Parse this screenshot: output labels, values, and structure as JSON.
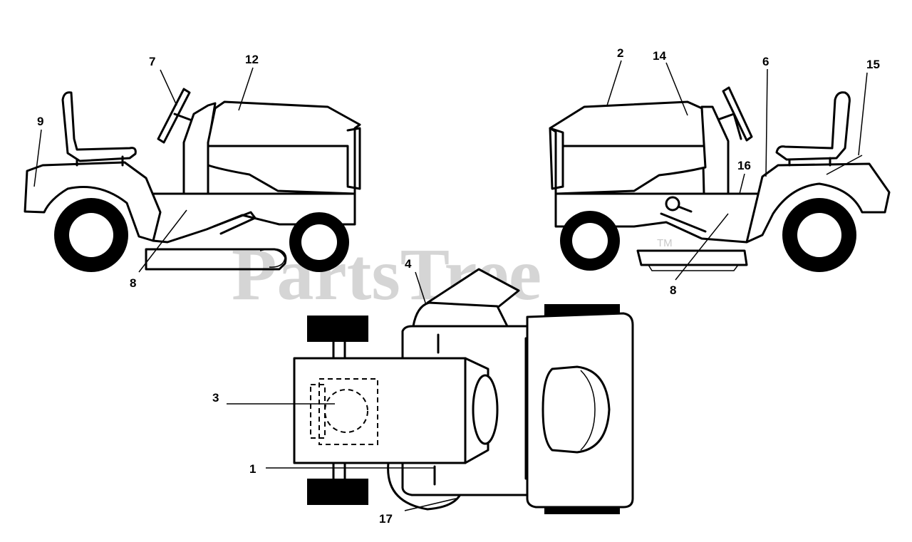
{
  "watermark": {
    "text": "PartsTree",
    "mark": "TM"
  },
  "callouts": {
    "left_view": [
      "7",
      "12",
      "9",
      "8"
    ],
    "right_view": [
      "2",
      "14",
      "6",
      "15",
      "16",
      "8"
    ],
    "top_view": [
      "4",
      "3",
      "1",
      "17"
    ]
  }
}
